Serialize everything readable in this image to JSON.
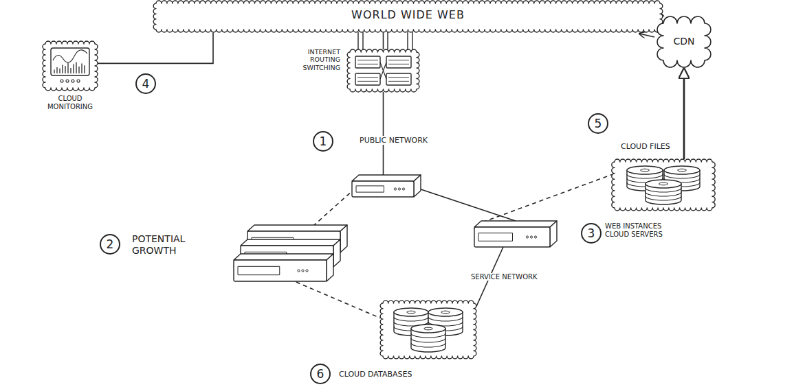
{
  "diagram": {
    "nodes": [
      {
        "text": [
          "WORLD WIDE WEB"
        ]
      },
      {
        "text": [
          "CDN"
        ]
      },
      {
        "text": [
          "CLOUD MONITORING"
        ]
      },
      {
        "text": [
          "INTERNET ROUTING SWITCHING"
        ]
      },
      {
        "text": [
          "PUBLIC NETWORK"
        ]
      },
      {
        "text": [
          "CLOUD FILES"
        ]
      },
      {
        "text": [
          "POTENTIAL GROWTH"
        ]
      },
      {
        "text": [
          "WEB INSTANCES CLOUD SERVERS"
        ]
      },
      {
        "text": [
          "CLOUD DATABASES"
        ]
      }
    ],
    "edges": [
      {
        "from": 2,
        "to": 0,
        "arrow": "none"
      },
      {
        "from": 3,
        "to": 0,
        "arrow": "none"
      },
      {
        "from": 3,
        "to": 4,
        "arrow": "none"
      },
      {
        "from": 4,
        "to": 6,
        "arrow": "none"
      },
      {
        "from": 4,
        "to": 7,
        "arrow": "none"
      },
      {
        "from": 7,
        "to": 5,
        "arrow": "none"
      },
      {
        "from": 5,
        "to": 1,
        "arrow": "to"
      },
      {
        "from": 6,
        "to": 8,
        "arrow": "none"
      },
      {
        "from": 7,
        "to": 8,
        "arrow": "none"
      }
    ],
    "labels": [
      "4",
      "5",
      "1",
      "3",
      "2",
      "SERVICE NETWORK",
      "6"
    ]
  }
}
